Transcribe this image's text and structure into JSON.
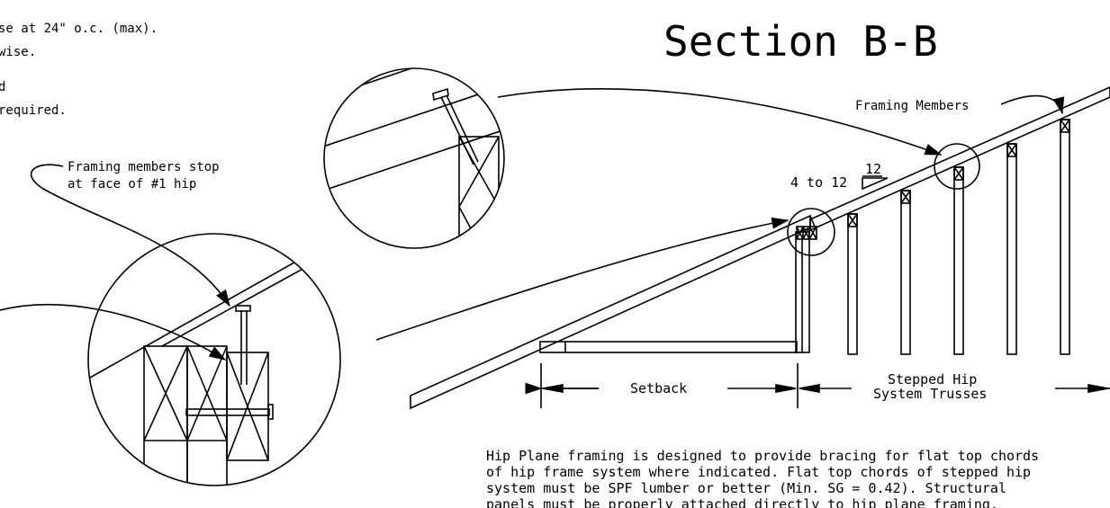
{
  "title": "Section B-B",
  "notes_top_left": {
    "line1": "se at 24\" o.c. (max).",
    "line2": "wise.",
    "line3": "d",
    "line4": "required."
  },
  "callouts": {
    "framing_stop_line1": "Framing members stop",
    "framing_stop_line2": "at face of #1 hip",
    "framing_members": "Framing Members"
  },
  "pitch": {
    "label": "4 to 12",
    "rise_run": "12"
  },
  "dimensions": {
    "setback": "Setback",
    "stepped_line1": "Stepped Hip",
    "stepped_line2": "System Trusses"
  },
  "note_bottom": {
    "line1": "Hip Plane framing is designed to provide bracing for flat top chords",
    "line2": "of hip frame system where indicated. Flat top chords of stepped hip",
    "line3": "system must be SPF lumber or better (Min. SG = 0.42). Structural",
    "line4": "panels must be properly attached directly to hip plane framing."
  }
}
